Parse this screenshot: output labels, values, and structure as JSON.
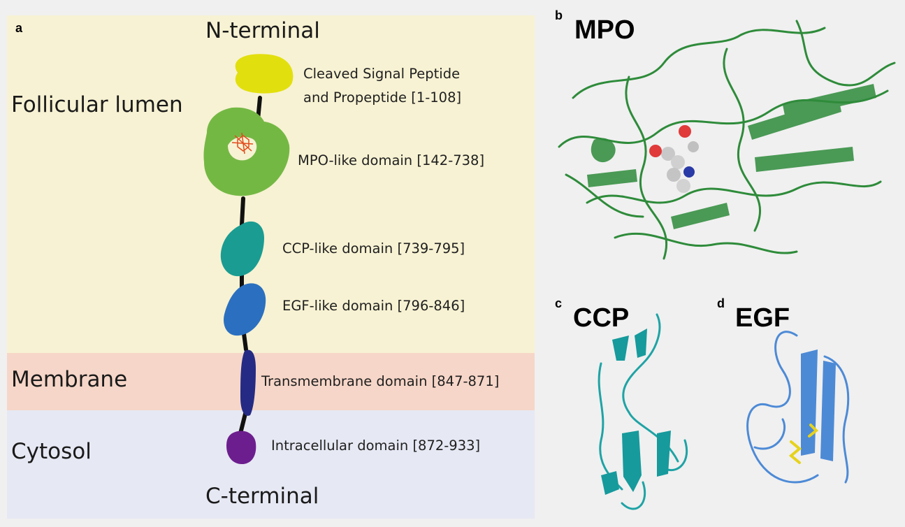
{
  "panel_a": {
    "letter": "a",
    "n_terminal": "N-terminal",
    "c_terminal": "C-terminal",
    "regions": {
      "lumen": "Follicular lumen",
      "membrane": "Membrane",
      "cytosol": "Cytosol"
    },
    "domains": {
      "signal_line1": "Cleaved Signal Peptide",
      "signal_line2": "and Propeptide [1-108]",
      "mpo": "MPO-like domain [142-738]",
      "ccp": "CCP-like domain [739-795]",
      "egf": "EGF-like domain [796-846]",
      "tm": "Transmembrane domain [847-871]",
      "intra": "Intracellular domain [872-933]"
    },
    "colors": {
      "lumen_bg": "#f7f2d3",
      "membrane_bg": "#f6d6c8",
      "cytosol_bg": "#e6e8f3",
      "signal": "#e2df0e",
      "mpo": "#74b844",
      "heme": "#e24a1a",
      "ccp": "#1a9c92",
      "egf": "#2b70c0",
      "tm": "#252b84",
      "intra": "#6d1e8e"
    }
  },
  "panel_b": {
    "letter": "b",
    "title": "MPO",
    "color": "#2e8b3a"
  },
  "panel_c": {
    "letter": "c",
    "title": "CCP",
    "color": "#1fa3a5"
  },
  "panel_d": {
    "letter": "d",
    "title": "EGF",
    "color": "#4d8ad6"
  }
}
